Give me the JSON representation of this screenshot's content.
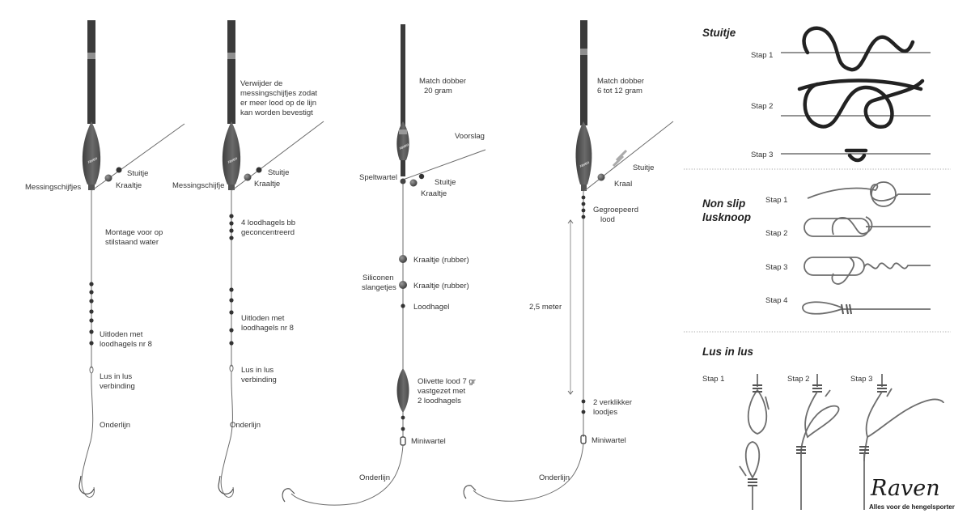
{
  "rigs": [
    {
      "labels": {
        "messingschijfjes": "Messingschijfjes",
        "stuitje": "Stuitje",
        "kraaltje": "Kraaltje",
        "montage": [
          "Montage voor op",
          "stilstaand water"
        ],
        "uitloden": [
          "Uitloden met",
          "loodhagels nr 8"
        ],
        "lus": [
          "Lus in lus",
          "verbinding"
        ],
        "onderlijn": "Onderlijn"
      }
    },
    {
      "labels": {
        "verwijder": [
          "Verwijder de",
          "messingschijfjes zodat",
          "er meer lood op de lijn",
          "kan worden bevestigt"
        ],
        "messingschijfje": "Messingschijfje",
        "stuitje": "Stuitje",
        "kraaltje": "Kraaltje",
        "loodhagels_bb": [
          "4 loodhagels bb",
          "geconcentreerd"
        ],
        "uitloden": [
          "Uitloden met",
          "loodhagels nr 8"
        ],
        "lus": [
          "Lus in lus",
          "verbinding"
        ],
        "onderlijn": "Onderlijn"
      }
    },
    {
      "labels": {
        "match": [
          "Match dobber",
          "20 gram"
        ],
        "voorslag": "Voorslag",
        "speltwartel": "Speltwartel",
        "stuitje": "Stuitje",
        "kraaltje": "Kraaltje",
        "kraaltje_rubber_1": "Kraaltje (rubber)",
        "siliconen": [
          "Siliconen",
          "slangetjes"
        ],
        "kraaltje_rubber_2": "Kraaltje (rubber)",
        "loodhagel": "Loodhagel",
        "olivette": [
          "Olivette lood 7 gr",
          "vastgezet met",
          "2 loodhagels"
        ],
        "miniwartel": "Miniwartel",
        "onderlijn": "Onderlijn"
      }
    },
    {
      "labels": {
        "match": [
          "Match dobber",
          "6 tot 12 gram"
        ],
        "stuitje": "Stuitje",
        "kraal": "Kraal",
        "gegroepeerd": [
          "Gegroepeerd",
          "lood"
        ],
        "afstand": "2,5 meter",
        "verklikker": [
          "2 verklikker",
          "loodjes"
        ],
        "miniwartel": "Miniwartel",
        "onderlijn": "Onderlijn"
      }
    }
  ],
  "float_logo": "raven",
  "knots": {
    "stuitje": {
      "title": "Stuitje",
      "steps": [
        "Stap 1",
        "Stap 2",
        "Stap 3"
      ]
    },
    "non_slip": {
      "title": [
        "Non slip",
        "lusknoop"
      ],
      "steps": [
        "Stap 1",
        "Stap 2",
        "Stap 3",
        "Stap 4"
      ]
    },
    "lus_in_lus": {
      "title": "Lus in lus",
      "steps": [
        "Stap 1",
        "Stap 2",
        "Stap 3"
      ]
    }
  },
  "brand": {
    "name": "Raven",
    "tagline": "Alles voor de hengelsporter"
  }
}
